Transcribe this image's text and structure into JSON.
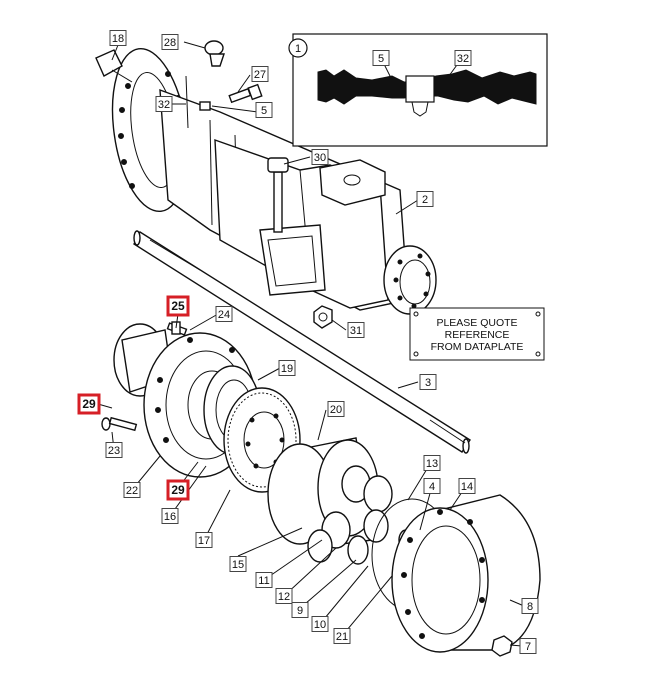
{
  "inset_badge": "1",
  "plate_lines": [
    "PLEASE QUOTE",
    "REFERENCE",
    "FROM DATAPLATE"
  ],
  "highlight_color": "#d61f26",
  "labels": [
    {
      "id": "18",
      "text": "18",
      "highlight": false
    },
    {
      "id": "28",
      "text": "28",
      "highlight": false
    },
    {
      "id": "27",
      "text": "27",
      "highlight": false
    },
    {
      "id": "32a",
      "text": "32",
      "highlight": false
    },
    {
      "id": "5a",
      "text": "5",
      "highlight": false
    },
    {
      "id": "5b",
      "text": "5",
      "highlight": false
    },
    {
      "id": "32b",
      "text": "32",
      "highlight": false
    },
    {
      "id": "30",
      "text": "30",
      "highlight": false
    },
    {
      "id": "2",
      "text": "2",
      "highlight": false
    },
    {
      "id": "31",
      "text": "31",
      "highlight": false
    },
    {
      "id": "25",
      "text": "25",
      "highlight": true
    },
    {
      "id": "24",
      "text": "24",
      "highlight": false
    },
    {
      "id": "19",
      "text": "19",
      "highlight": false
    },
    {
      "id": "3",
      "text": "3",
      "highlight": false
    },
    {
      "id": "29a",
      "text": "29",
      "highlight": true
    },
    {
      "id": "20",
      "text": "20",
      "highlight": false
    },
    {
      "id": "23",
      "text": "23",
      "highlight": false
    },
    {
      "id": "13",
      "text": "13",
      "highlight": false
    },
    {
      "id": "4",
      "text": "4",
      "highlight": false
    },
    {
      "id": "14",
      "text": "14",
      "highlight": false
    },
    {
      "id": "22",
      "text": "22",
      "highlight": false
    },
    {
      "id": "29b",
      "text": "29",
      "highlight": true
    },
    {
      "id": "16",
      "text": "16",
      "highlight": false
    },
    {
      "id": "17",
      "text": "17",
      "highlight": false
    },
    {
      "id": "15",
      "text": "15",
      "highlight": false
    },
    {
      "id": "11",
      "text": "11",
      "highlight": false
    },
    {
      "id": "12",
      "text": "12",
      "highlight": false
    },
    {
      "id": "9",
      "text": "9",
      "highlight": false
    },
    {
      "id": "10",
      "text": "10",
      "highlight": false
    },
    {
      "id": "21",
      "text": "21",
      "highlight": false
    },
    {
      "id": "8",
      "text": "8",
      "highlight": false
    },
    {
      "id": "7",
      "text": "7",
      "highlight": false
    }
  ]
}
